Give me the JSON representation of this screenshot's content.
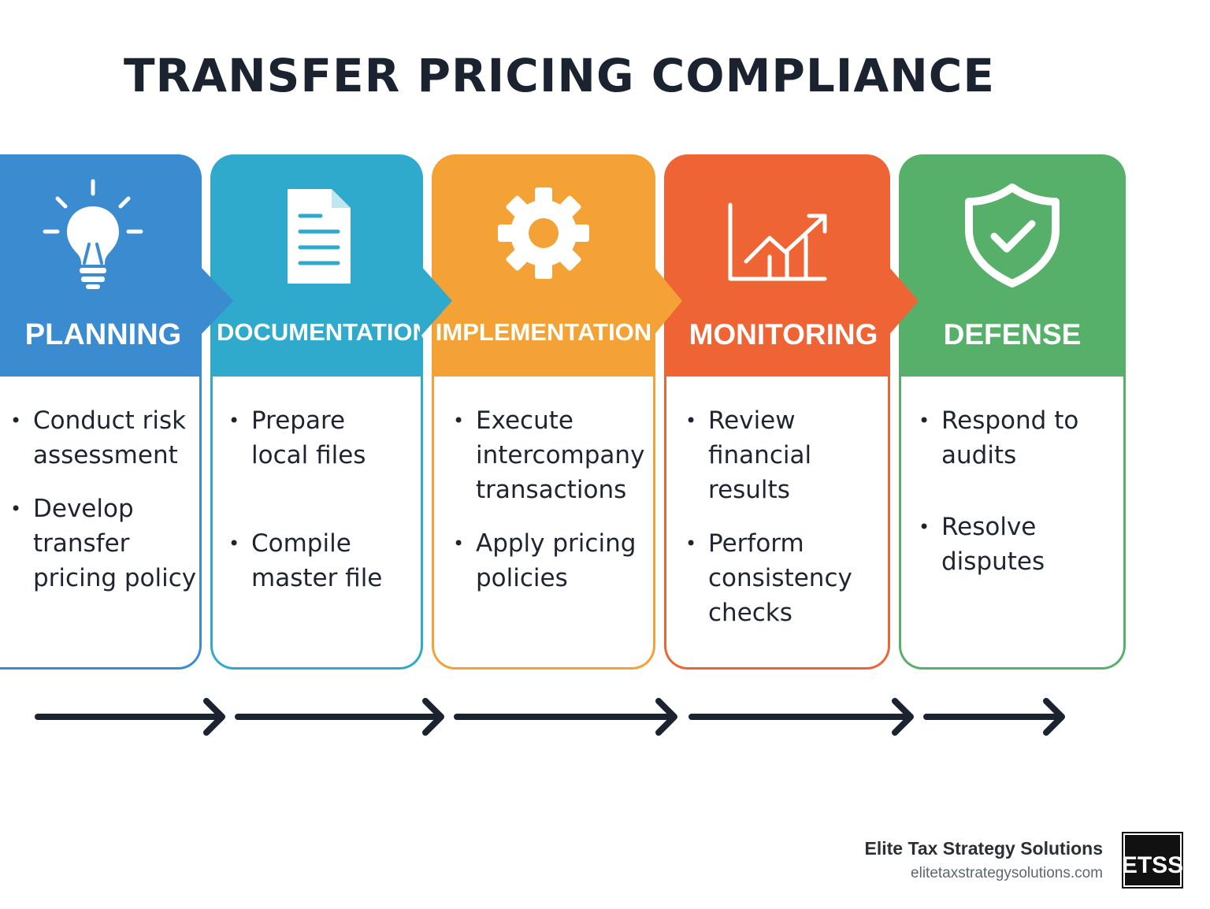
{
  "title": "TRANSFER PRICING COMPLIANCE",
  "stages": [
    {
      "name": "PLANNING",
      "icon": "lightbulb-icon",
      "color": "#3a8bd0",
      "bullets": [
        "Conduct risk assessment",
        "Develop transfer pricing policy"
      ]
    },
    {
      "name": "DOCUMENTATION",
      "icon": "document-icon",
      "color": "#2fa9cc",
      "bullets": [
        "Prepare local files",
        "Compile master file"
      ]
    },
    {
      "name": "IMPLEMENTATION",
      "icon": "gear-icon",
      "color": "#f4a235",
      "bullets": [
        "Execute intercompany transactions",
        "Apply pricing policies"
      ]
    },
    {
      "name": "MONITORING",
      "icon": "chart-trend-icon",
      "color": "#ee6434",
      "bullets": [
        "Review financial results",
        "Perform consistency checks"
      ]
    },
    {
      "name": "DEFENSE",
      "icon": "shield-check-icon",
      "color": "#57b06a",
      "bullets": [
        "Respond to audits",
        "Resolve disputes"
      ]
    }
  ],
  "footer": {
    "company": "Elite Tax Strategy Solutions",
    "url": "elitetaxstrategysolutions.com",
    "logo_text": "ETSS"
  },
  "colors": {
    "title": "#1b2330",
    "arrow": "#1b2330"
  }
}
